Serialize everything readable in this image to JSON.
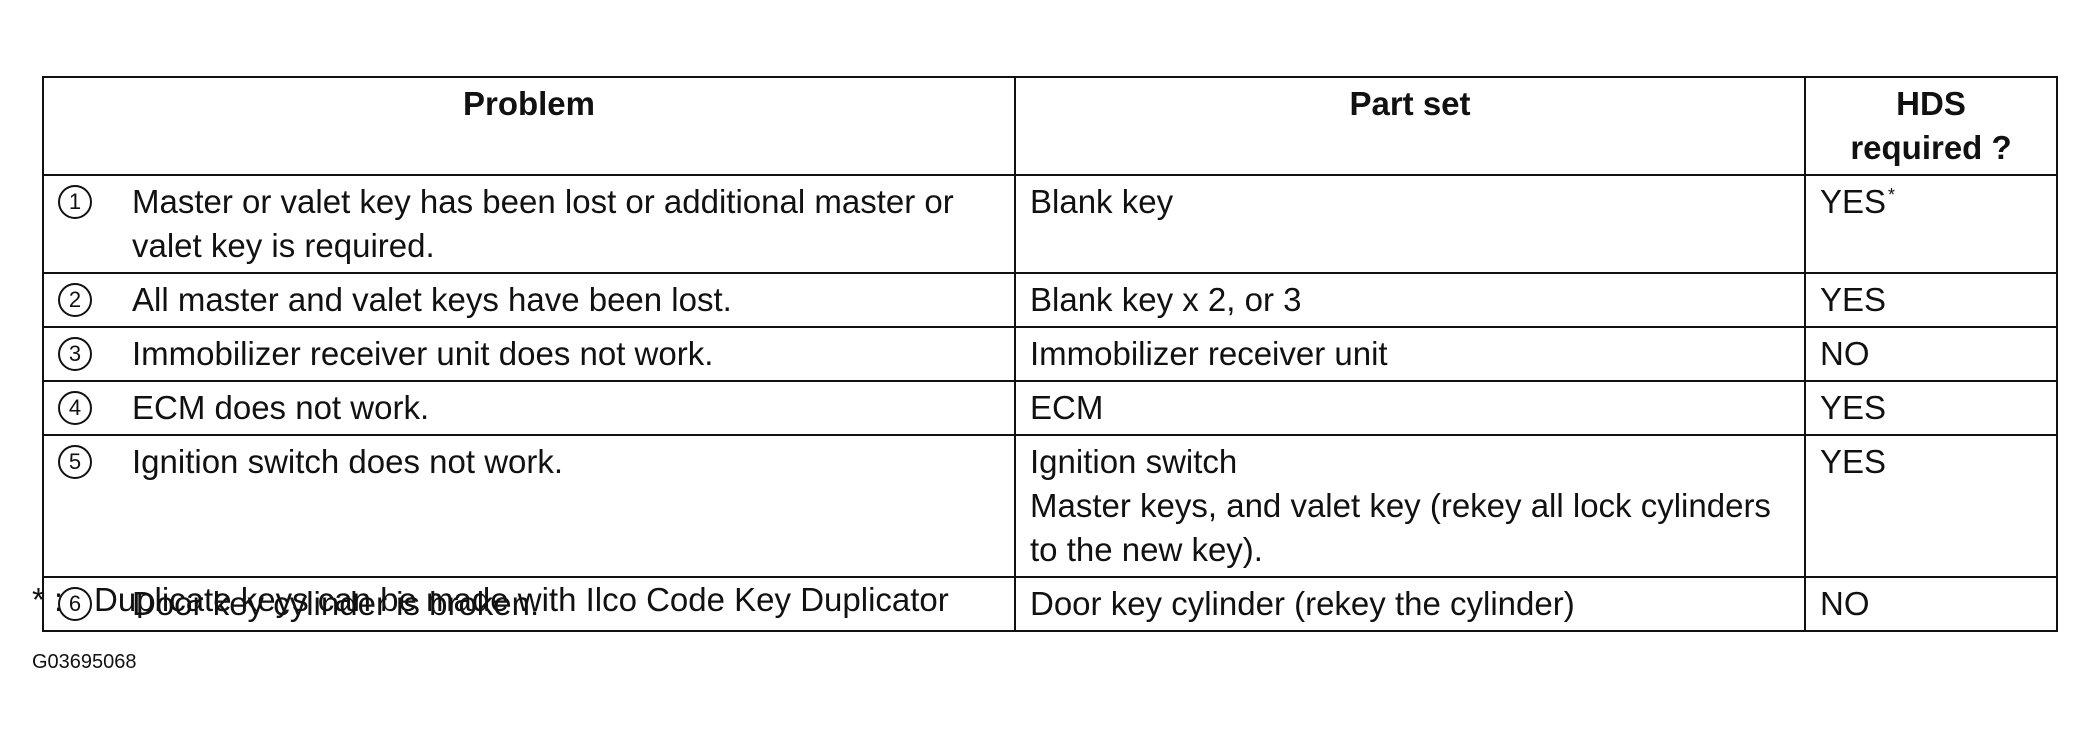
{
  "table": {
    "headers": {
      "problem": "Problem",
      "part_set": "Part set",
      "hds_line1": "HDS",
      "hds_line2": "required ?"
    },
    "rows": [
      {
        "number": "1",
        "problem": "Master or valet key has been lost or additional master or valet key is required.",
        "part_set": [
          "Blank key"
        ],
        "hds": "YES",
        "hds_mark": "*"
      },
      {
        "number": "2",
        "problem": "All master and valet keys have been lost.",
        "part_set": [
          "Blank key x 2, or 3"
        ],
        "hds": "YES",
        "hds_mark": ""
      },
      {
        "number": "3",
        "problem": "Immobilizer receiver unit does not work.",
        "part_set": [
          "Immobilizer receiver unit"
        ],
        "hds": "NO",
        "hds_mark": ""
      },
      {
        "number": "4",
        "problem": "ECM does not work.",
        "part_set": [
          "ECM"
        ],
        "hds": "YES",
        "hds_mark": ""
      },
      {
        "number": "5",
        "problem": "Ignition switch does not work.",
        "part_set": [
          "Ignition switch",
          "Master keys, and valet key (rekey all lock cylinders to the new key)."
        ],
        "hds": "YES",
        "hds_mark": ""
      },
      {
        "number": "6",
        "problem": "Door key cylinder is broken.",
        "part_set": [
          "Door key cylinder (rekey the cylinder)"
        ],
        "hds": "NO",
        "hds_mark": ""
      }
    ]
  },
  "footnote": {
    "mark": "* :",
    "text": "Duplicate keys can be made with Ilco Code Key Duplicator"
  },
  "figure_code": "G03695068"
}
